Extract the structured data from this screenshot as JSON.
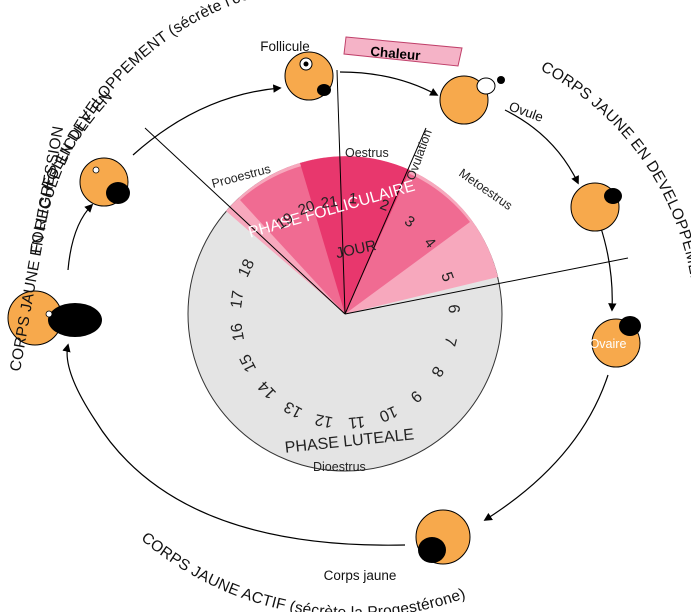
{
  "title_top": "FOLLICULE EN DEVELOPPEMENT (sécrète l'oestrogène)",
  "title_left": "FOLLICULE EN REGRESSION",
  "title_left2": "CORPS JAUNE EN REGRESSION",
  "title_right": "CORPS JAUNE EN DEVELOPPEMENT",
  "title_bottom": "CORPS JAUNE ACTIF (sécrète la Progestérone)",
  "labels": {
    "follicule": "Follicule",
    "chaleur": "Chaleur",
    "ovule": "Ovule",
    "ovaire": "Ovaire",
    "corps_jaune": "Corps jaune"
  },
  "stages": {
    "proestrus": "Prooestrus",
    "oestrus": "Oestrus",
    "ovulation": "Ovulation",
    "metoestrus": "Metoestrus",
    "dioestrus": "Dioestrus"
  },
  "wheel": {
    "phase_follicular": "PHASE FOLLICULAIRE",
    "phase_luteal": "PHASE LUTEALE",
    "jour": "JOUR",
    "days_pink": [
      "19",
      "20",
      "21",
      "1",
      "2",
      "3",
      "4"
    ],
    "days_grey": [
      "5",
      "6",
      "7",
      "8",
      "9",
      "10",
      "11",
      "12",
      "13",
      "14",
      "15",
      "16",
      "17",
      "18"
    ]
  },
  "colors": {
    "ovary_fill": "#f7a94c",
    "dark_spot": "#000000",
    "luteal_fill": "#e4e4e4",
    "pink_dark": "#e8376d",
    "pink_mid": "#f06b92",
    "pink_light": "#f7a8bd",
    "chaleur_fill": "#f5b3c7"
  }
}
